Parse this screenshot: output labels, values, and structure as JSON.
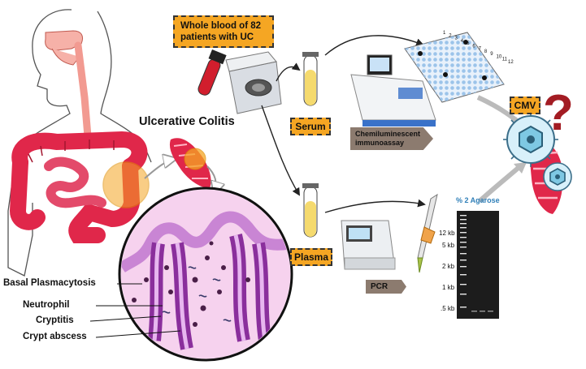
{
  "title": "Ulcerative Colitis",
  "sample_box": "Whole blood of 82 patients with UC",
  "serum": "Serum",
  "plasma": "Plasma",
  "cmv": "CMV",
  "assay_tag": "Chemiluminescent immunoassay",
  "pcr_tag": "PCR",
  "gel_title": "% 2 Agarose",
  "gel_ladder": [
    "12 kb",
    "5 kb",
    "2 kb",
    "1 kb",
    ".5 kb"
  ],
  "plate_cols": [
    "1",
    "2",
    "3",
    "4",
    "5",
    "6",
    "7",
    "8",
    "9",
    "10",
    "11",
    "12"
  ],
  "histology_labels": [
    "Basal Plasmacytosis",
    "Neutrophil",
    "Cryptitis",
    "Crypt abscess"
  ],
  "colors": {
    "accent_orange": "#f5a623",
    "tissue_red": "#e0274a",
    "tag_brown": "#8c7b6f",
    "gel_dark": "#1c1c1c",
    "virus_blue": "#7ec8e3",
    "crypt_purple": "#8a2f9c"
  }
}
